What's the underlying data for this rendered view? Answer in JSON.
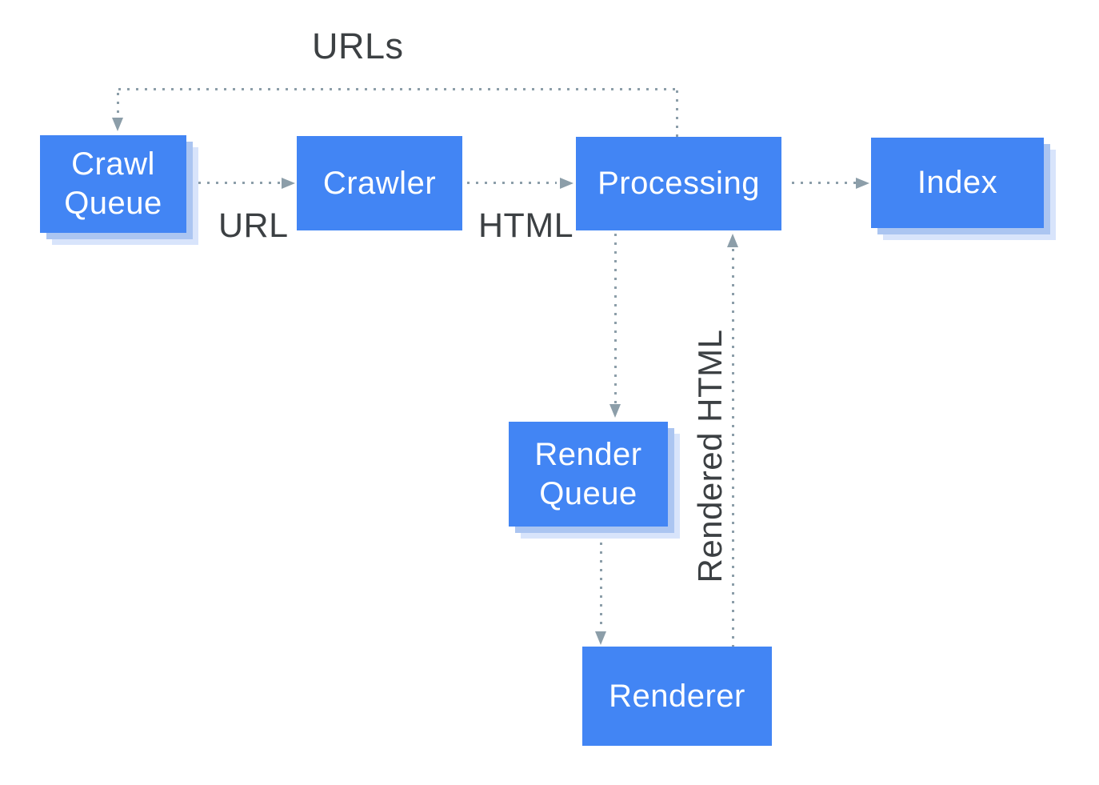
{
  "diagram": {
    "nodes": [
      {
        "id": "crawl-queue",
        "label": "Crawl Queue"
      },
      {
        "id": "crawler",
        "label": "Crawler"
      },
      {
        "id": "processing",
        "label": "Processing"
      },
      {
        "id": "index",
        "label": "Index"
      },
      {
        "id": "render-queue",
        "label": "Render Queue"
      },
      {
        "id": "renderer",
        "label": "Renderer"
      }
    ],
    "edge_labels": {
      "urls": "URLs",
      "url": "URL",
      "html": "HTML",
      "rendered_html": "Rendered HTML"
    },
    "edges": [
      {
        "from": "crawl-queue",
        "to": "crawler",
        "label": "URL"
      },
      {
        "from": "crawler",
        "to": "processing",
        "label": "HTML"
      },
      {
        "from": "processing",
        "to": "index",
        "label": ""
      },
      {
        "from": "processing",
        "to": "crawl-queue",
        "label": "URLs"
      },
      {
        "from": "processing",
        "to": "render-queue",
        "label": ""
      },
      {
        "from": "render-queue",
        "to": "renderer",
        "label": ""
      },
      {
        "from": "renderer",
        "to": "processing",
        "label": "Rendered HTML"
      }
    ],
    "colors": {
      "node_fill": "#4285f4",
      "node_text": "#ffffff",
      "shadow_inner": "#abc5f1",
      "shadow_outer": "#d8e4fb",
      "connector": "#8c9ea9",
      "label_text": "#3c4043",
      "background": "#ffffff"
    }
  }
}
